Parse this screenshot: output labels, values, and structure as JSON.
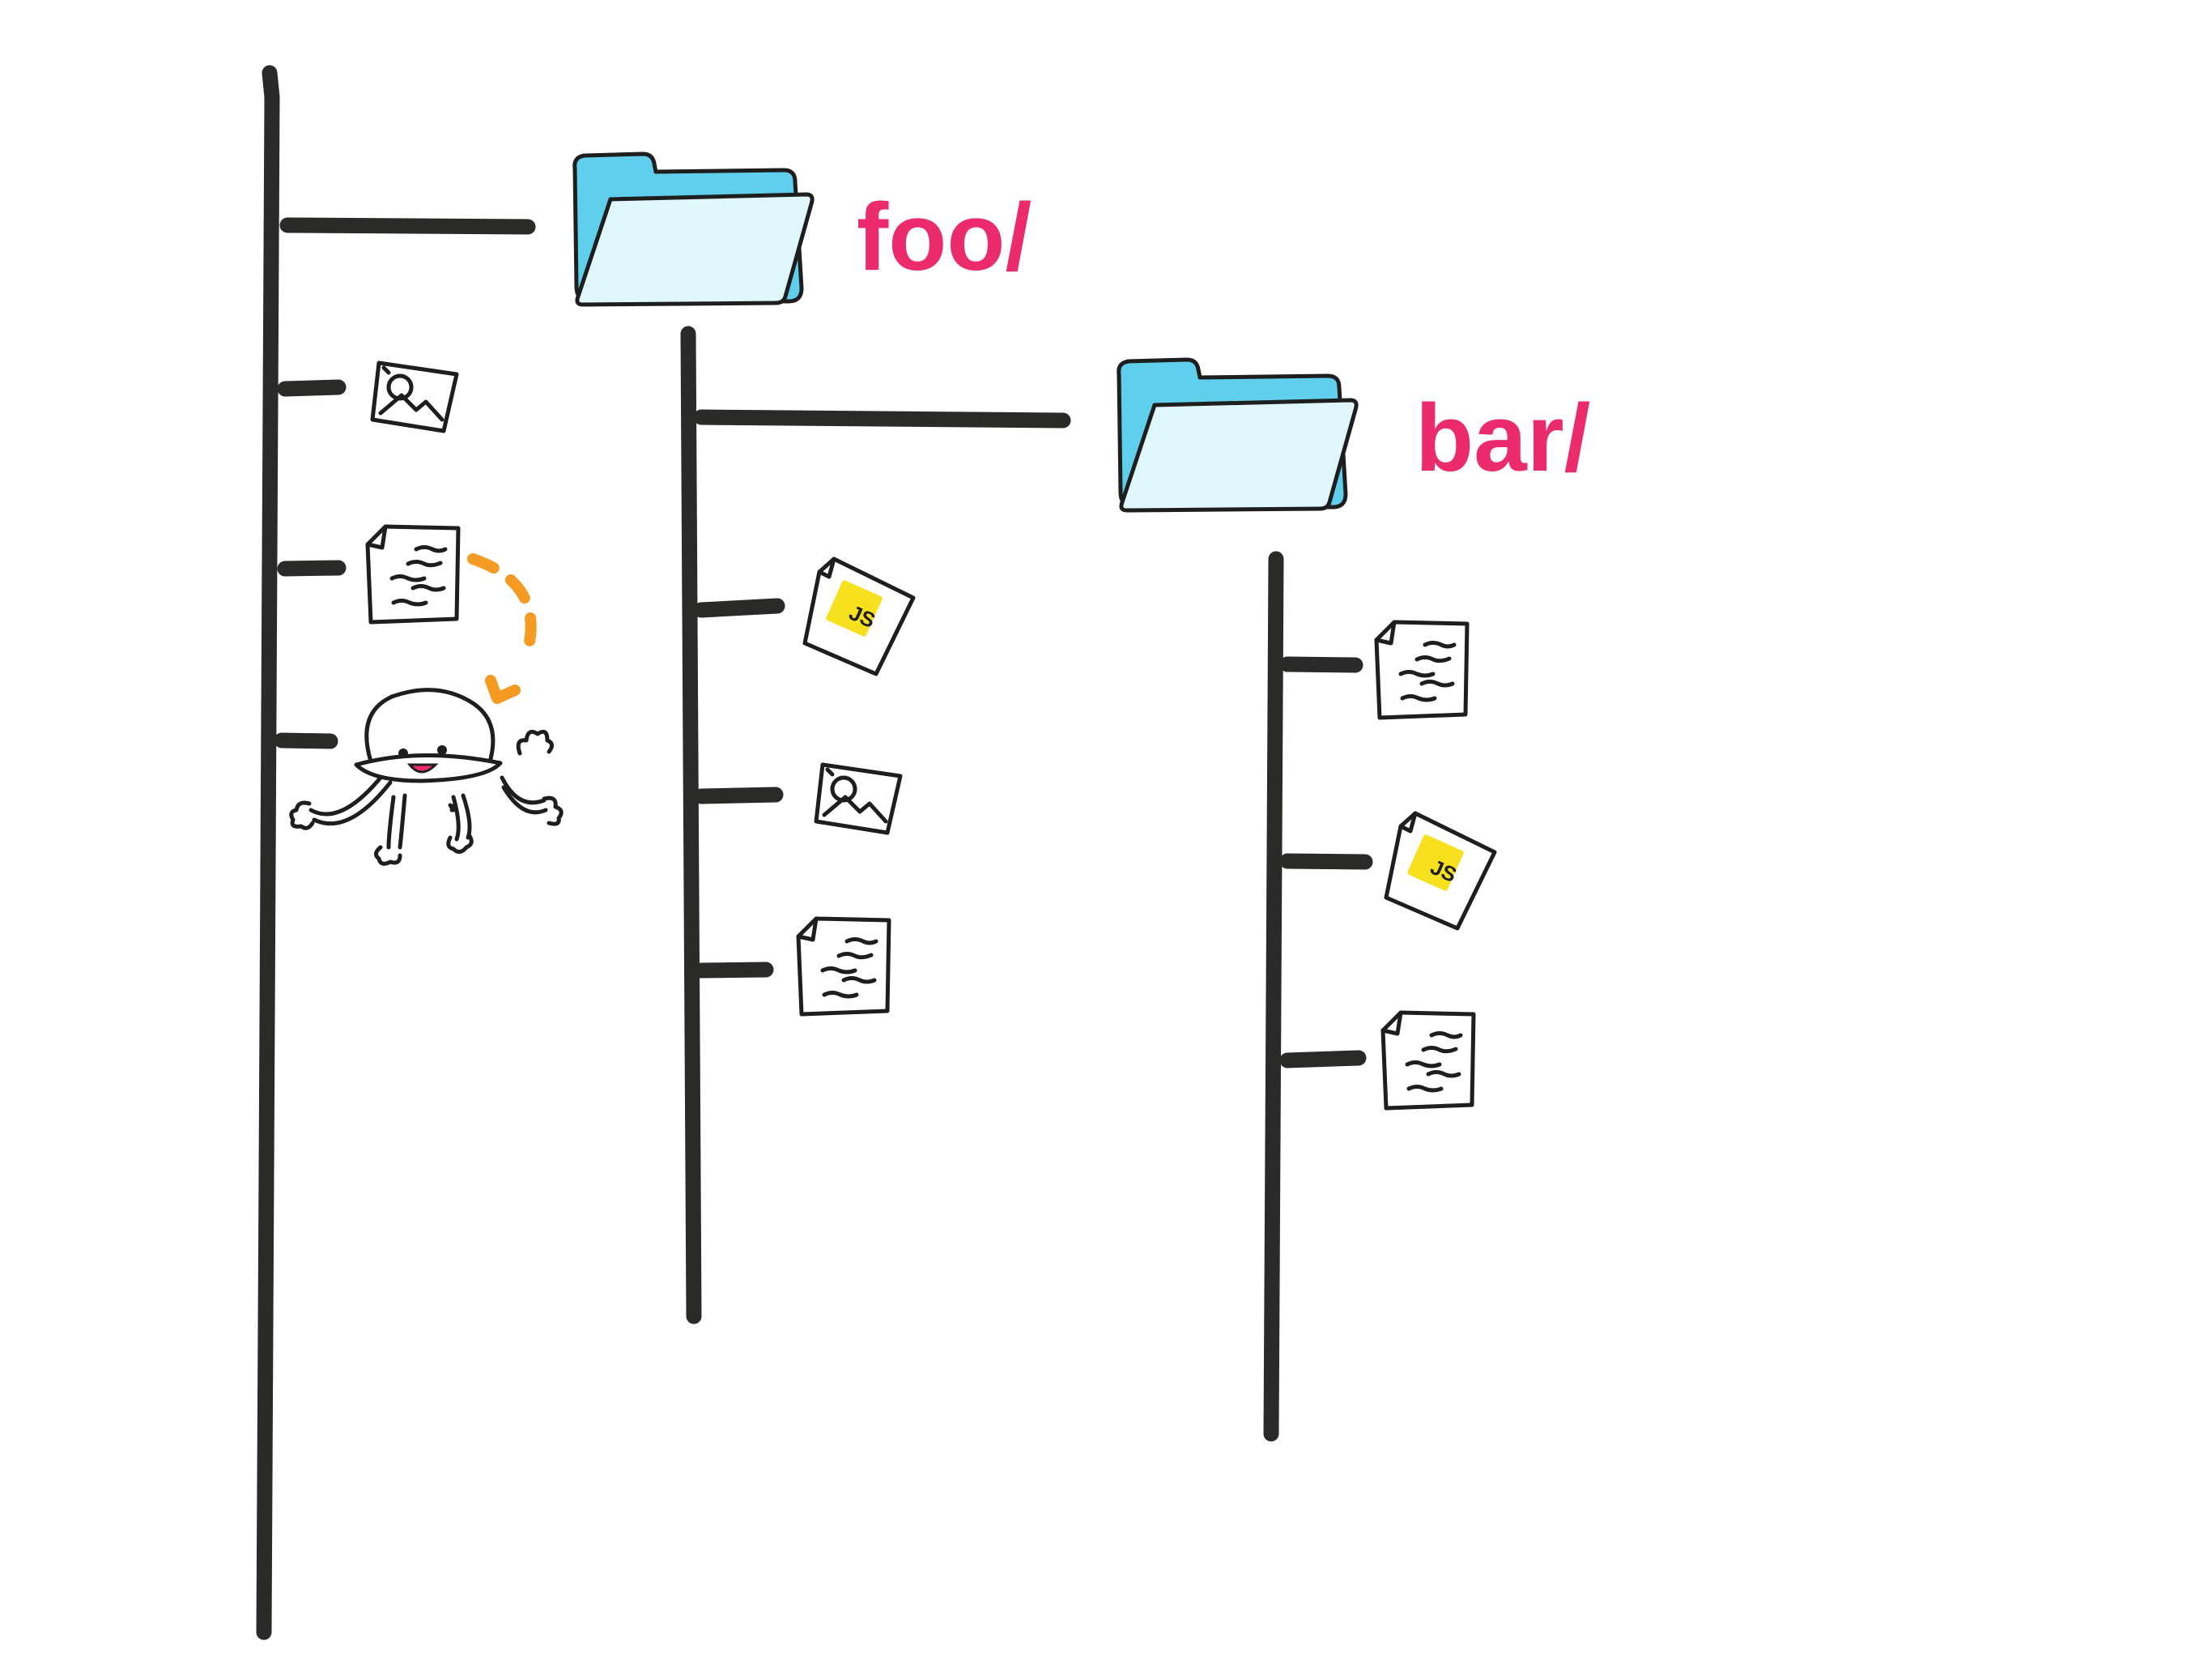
{
  "folders": {
    "foo": {
      "label": "foo/"
    },
    "bar": {
      "label": "bar/"
    }
  },
  "js_badge": {
    "text": "JS",
    "color": "#f7e01d"
  },
  "colors": {
    "label": "#ec2a6e",
    "folder_back": "#5fcfec",
    "folder_front": "#dff6fb",
    "arrow": "#f59a23",
    "line": "#2a2a28"
  },
  "icons": {
    "root": [
      "image-file-icon",
      "text-file-icon",
      "mascot-character"
    ],
    "foo": [
      "js-file-icon",
      "image-file-icon",
      "text-file-icon"
    ],
    "bar": [
      "text-file-icon",
      "js-file-icon",
      "text-file-icon"
    ]
  }
}
